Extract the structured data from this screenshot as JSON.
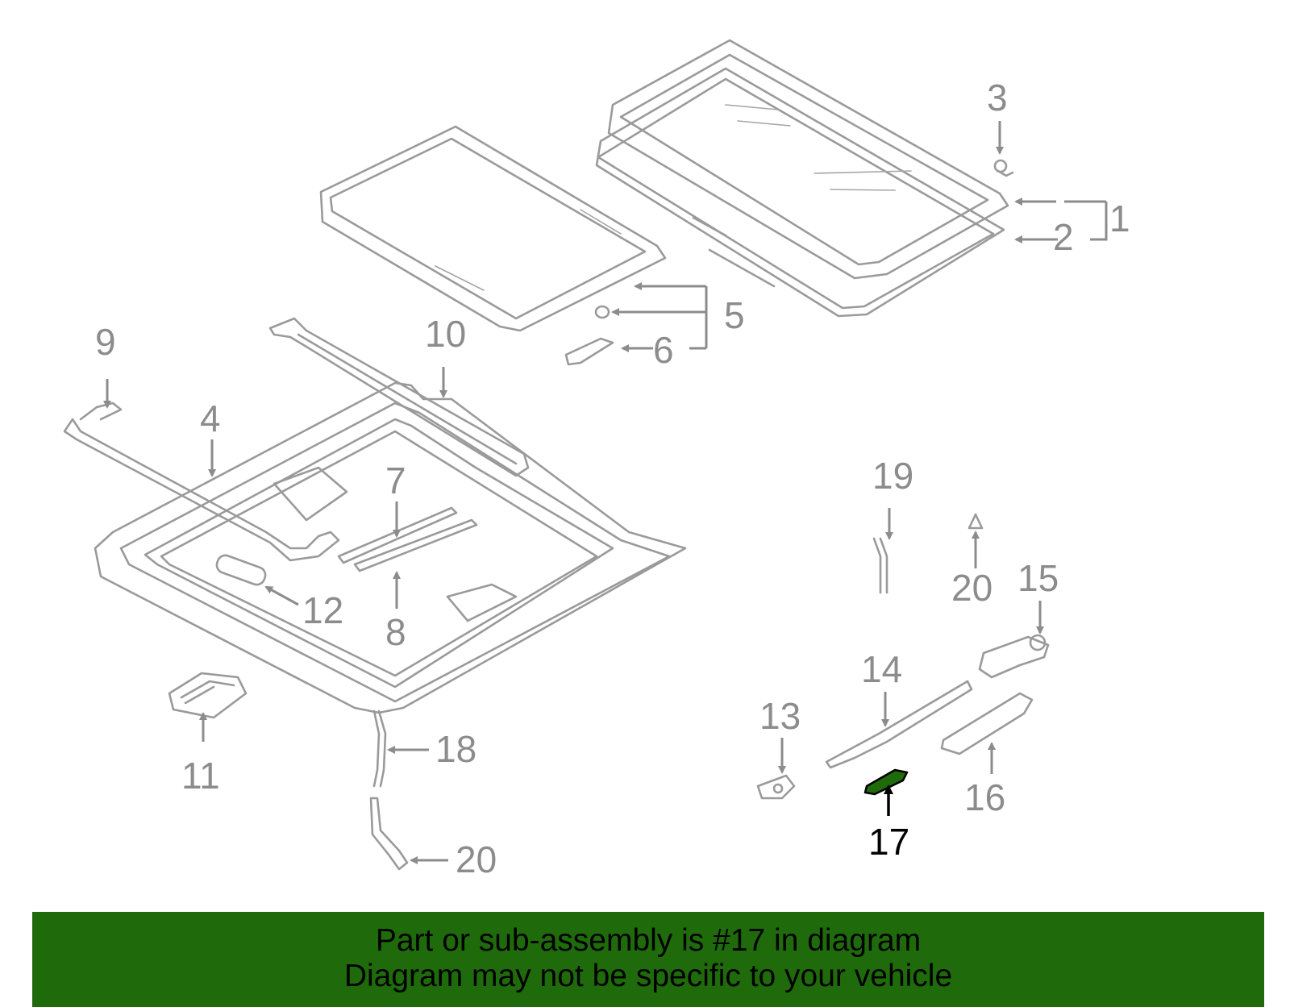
{
  "diagram": {
    "callouts": [
      "1",
      "2",
      "3",
      "4",
      "5",
      "6",
      "7",
      "8",
      "9",
      "10",
      "11",
      "12",
      "13",
      "14",
      "15",
      "16",
      "17",
      "18",
      "19",
      "20"
    ],
    "highlighted_part": "17",
    "highlight_color": "#1f6b0b",
    "part_color": "#9a9a9a"
  },
  "banner": {
    "line1": "Part or sub-assembly is #17 in diagram",
    "line2": "Diagram may not be specific to your vehicle",
    "background": "#1f6b0b"
  }
}
